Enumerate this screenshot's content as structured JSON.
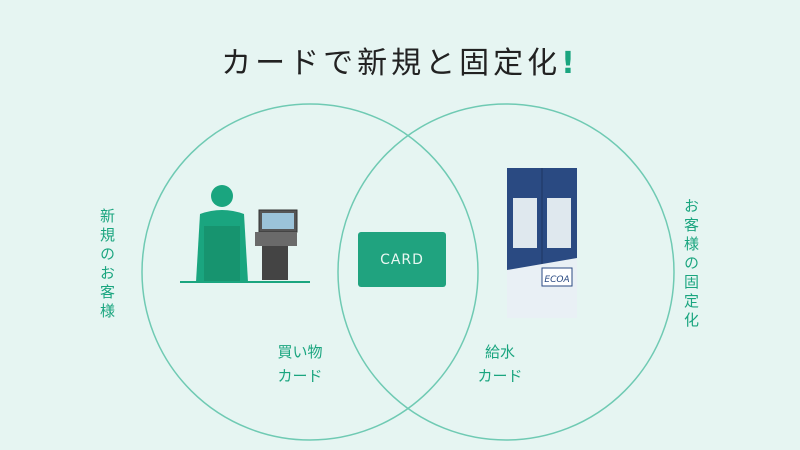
{
  "title": {
    "main": "カードで新規と固定化",
    "exclaim": "!"
  },
  "left_side_label": "新規のお客様",
  "right_side_label": "お客様の固定化",
  "left_circle_label": [
    "買い物",
    "カード"
  ],
  "right_circle_label": [
    "給水",
    "カード"
  ],
  "card_label": "CARD",
  "machine_text": "ECOA",
  "colors": {
    "background": "#e6f5f2",
    "accent": "#1aa57f",
    "circle_stroke": "#6fcab3",
    "machine_blue": "#2a4a82"
  }
}
